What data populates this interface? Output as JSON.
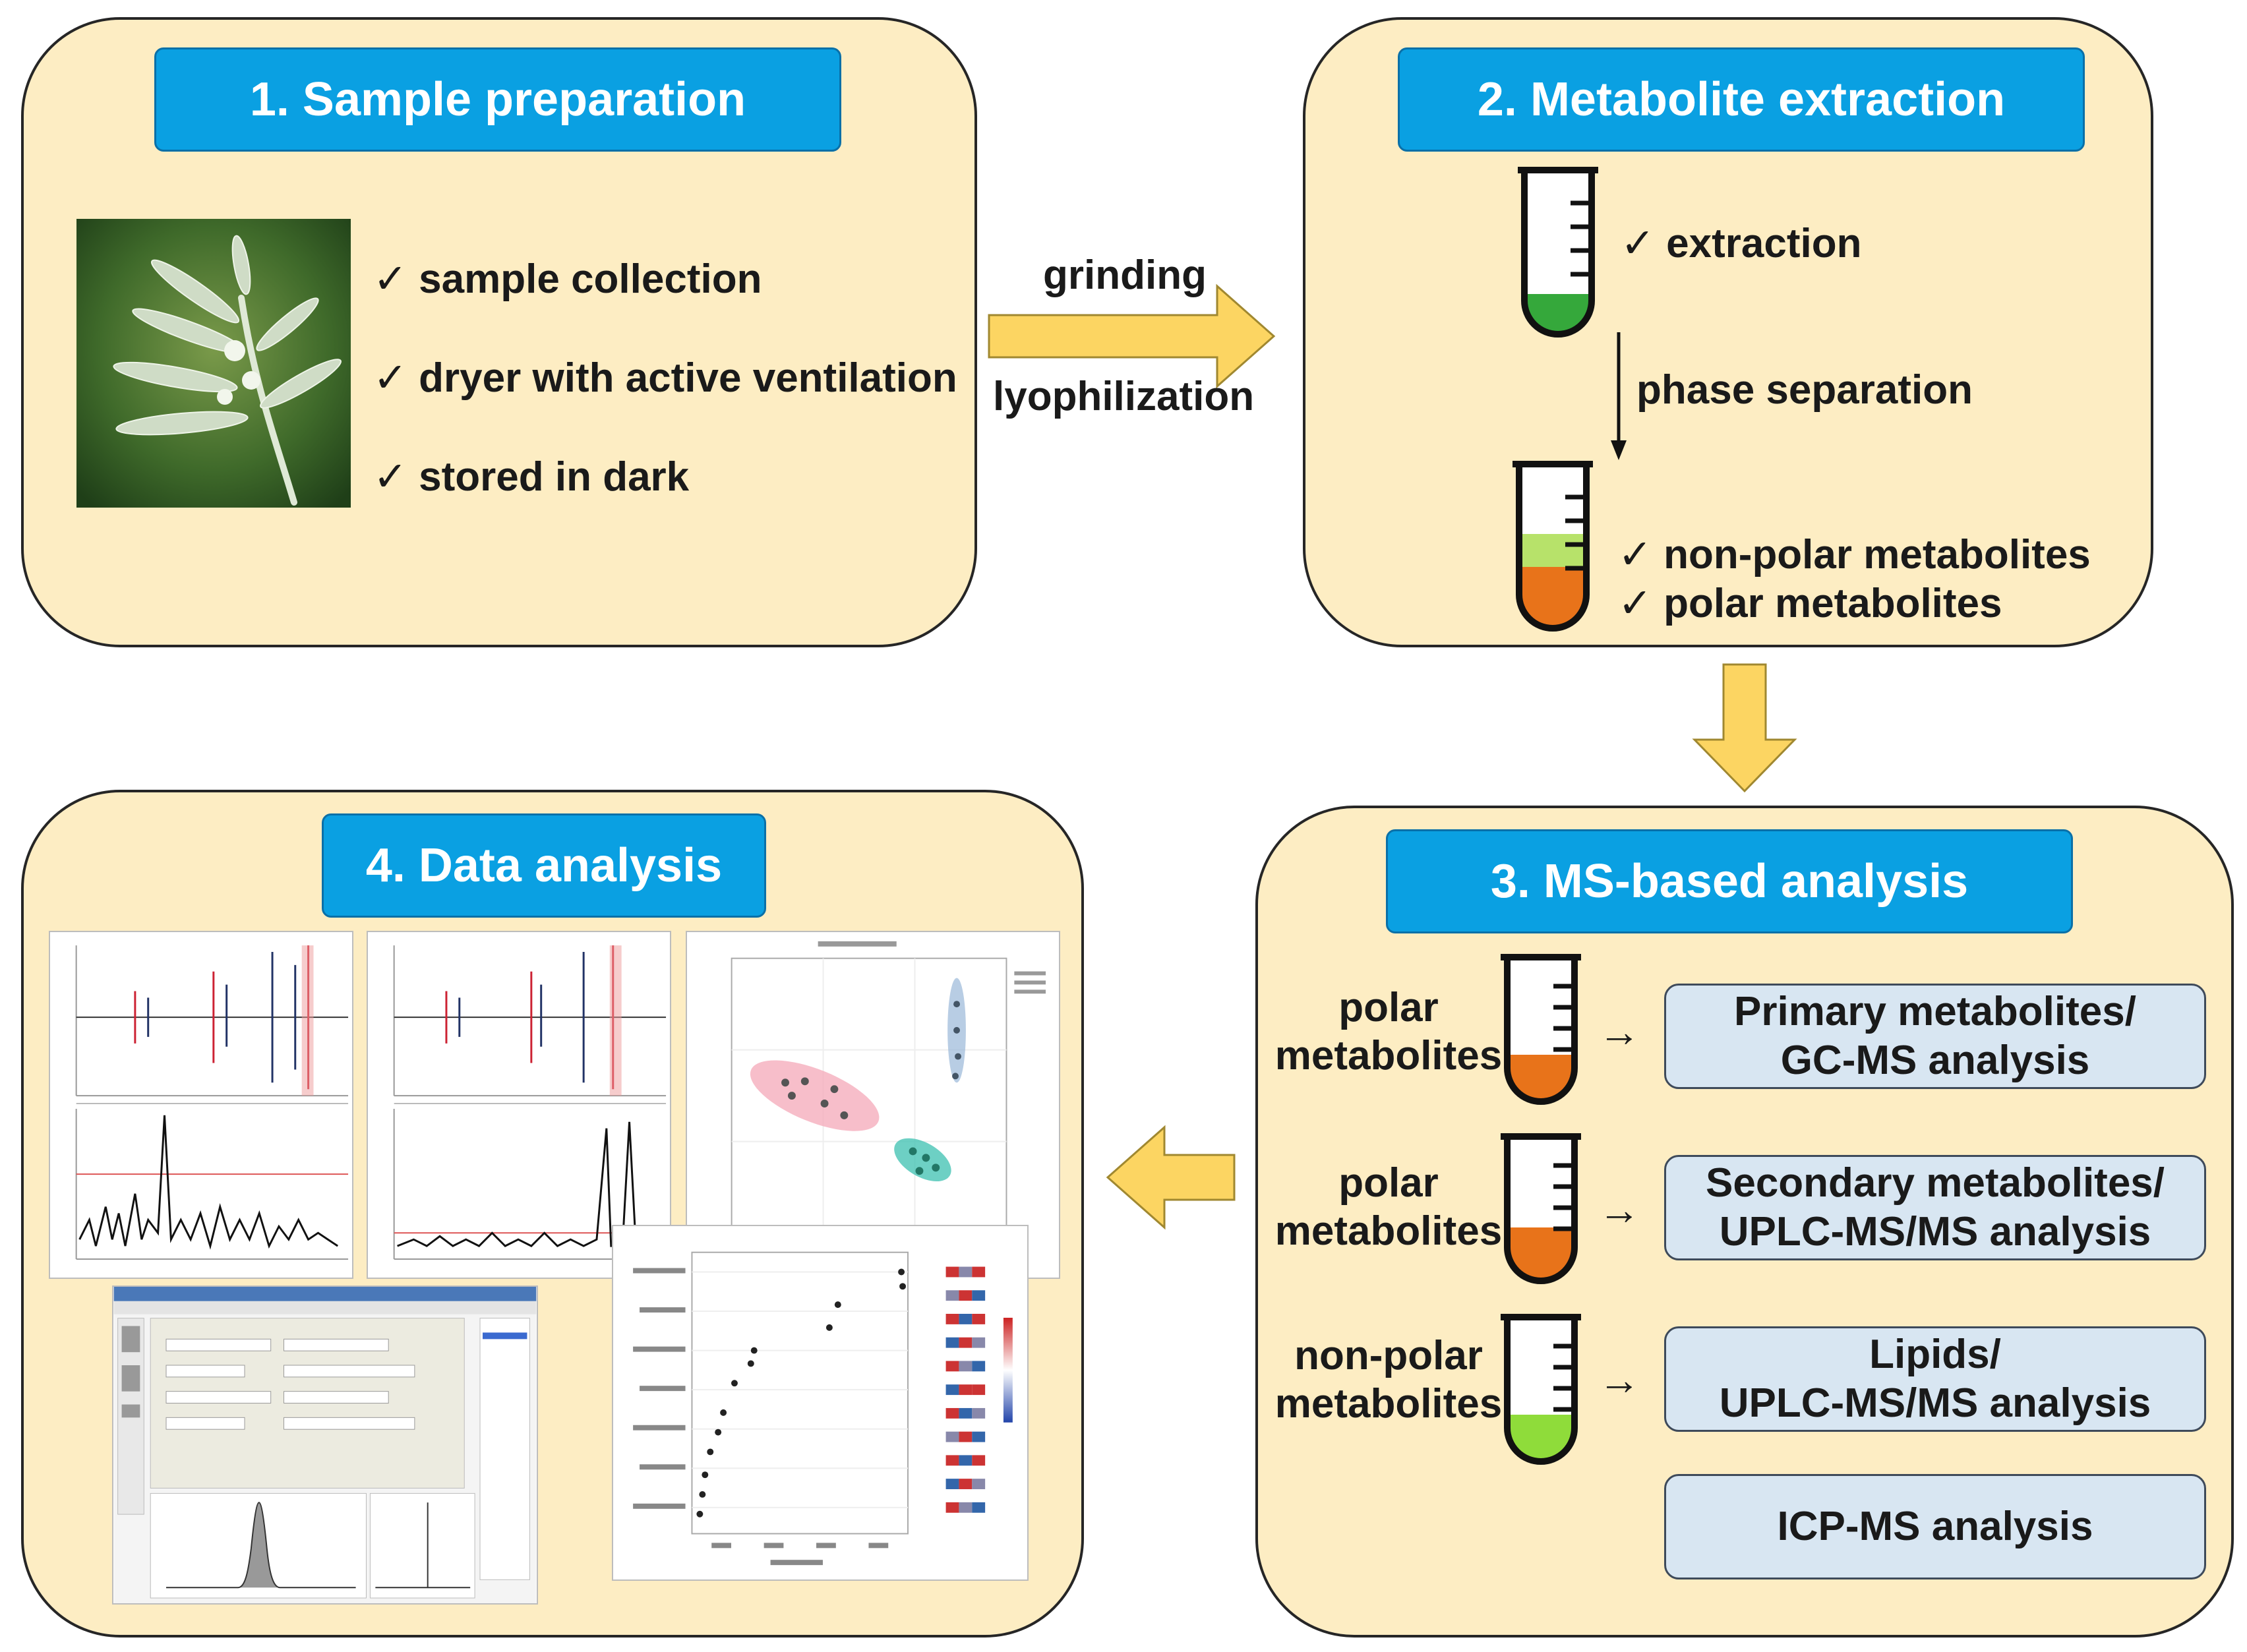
{
  "colors": {
    "panel_fill": "#fdedc3",
    "title_fill": "#0aa0e2",
    "arrow_fill": "#fcd562",
    "result_fill": "#d8e6f2",
    "green_liquid": "#35a83b",
    "orange_liquid": "#e8731a",
    "lightgreen_layer": "#b7e26a"
  },
  "step1": {
    "title": "1. Sample preparation",
    "checks": [
      "✓ sample collection",
      "✓ dryer with active ventilation",
      "✓ stored in dark"
    ]
  },
  "transition12": {
    "top_label": "grinding",
    "bottom_label": "lyophilization"
  },
  "step2": {
    "title": "2. Metabolite extraction",
    "check_extraction": "✓ extraction",
    "phase_label": "phase separation",
    "check_nonpolar": "✓ non-polar metabolites",
    "check_polar": "✓ polar metabolites"
  },
  "step3": {
    "title": "3. MS-based analysis",
    "rows": [
      {
        "label_line1": "polar",
        "label_line2": "metabolites",
        "arrow": "→",
        "result_line1": "Primary metabolites/",
        "result_line2": "GC-MS analysis"
      },
      {
        "label_line1": "polar",
        "label_line2": "metabolites",
        "arrow": "→",
        "result_line1": "Secondary metabolites/",
        "result_line2": "UPLC-MS/MS analysis"
      },
      {
        "label_line1": "non-polar",
        "label_line2": "metabolites",
        "arrow": "→",
        "result_line1": "Lipids/",
        "result_line2": "UPLC-MS/MS analysis"
      }
    ],
    "extra_result": "ICP-MS analysis"
  },
  "step4": {
    "title": "4. Data analysis"
  }
}
